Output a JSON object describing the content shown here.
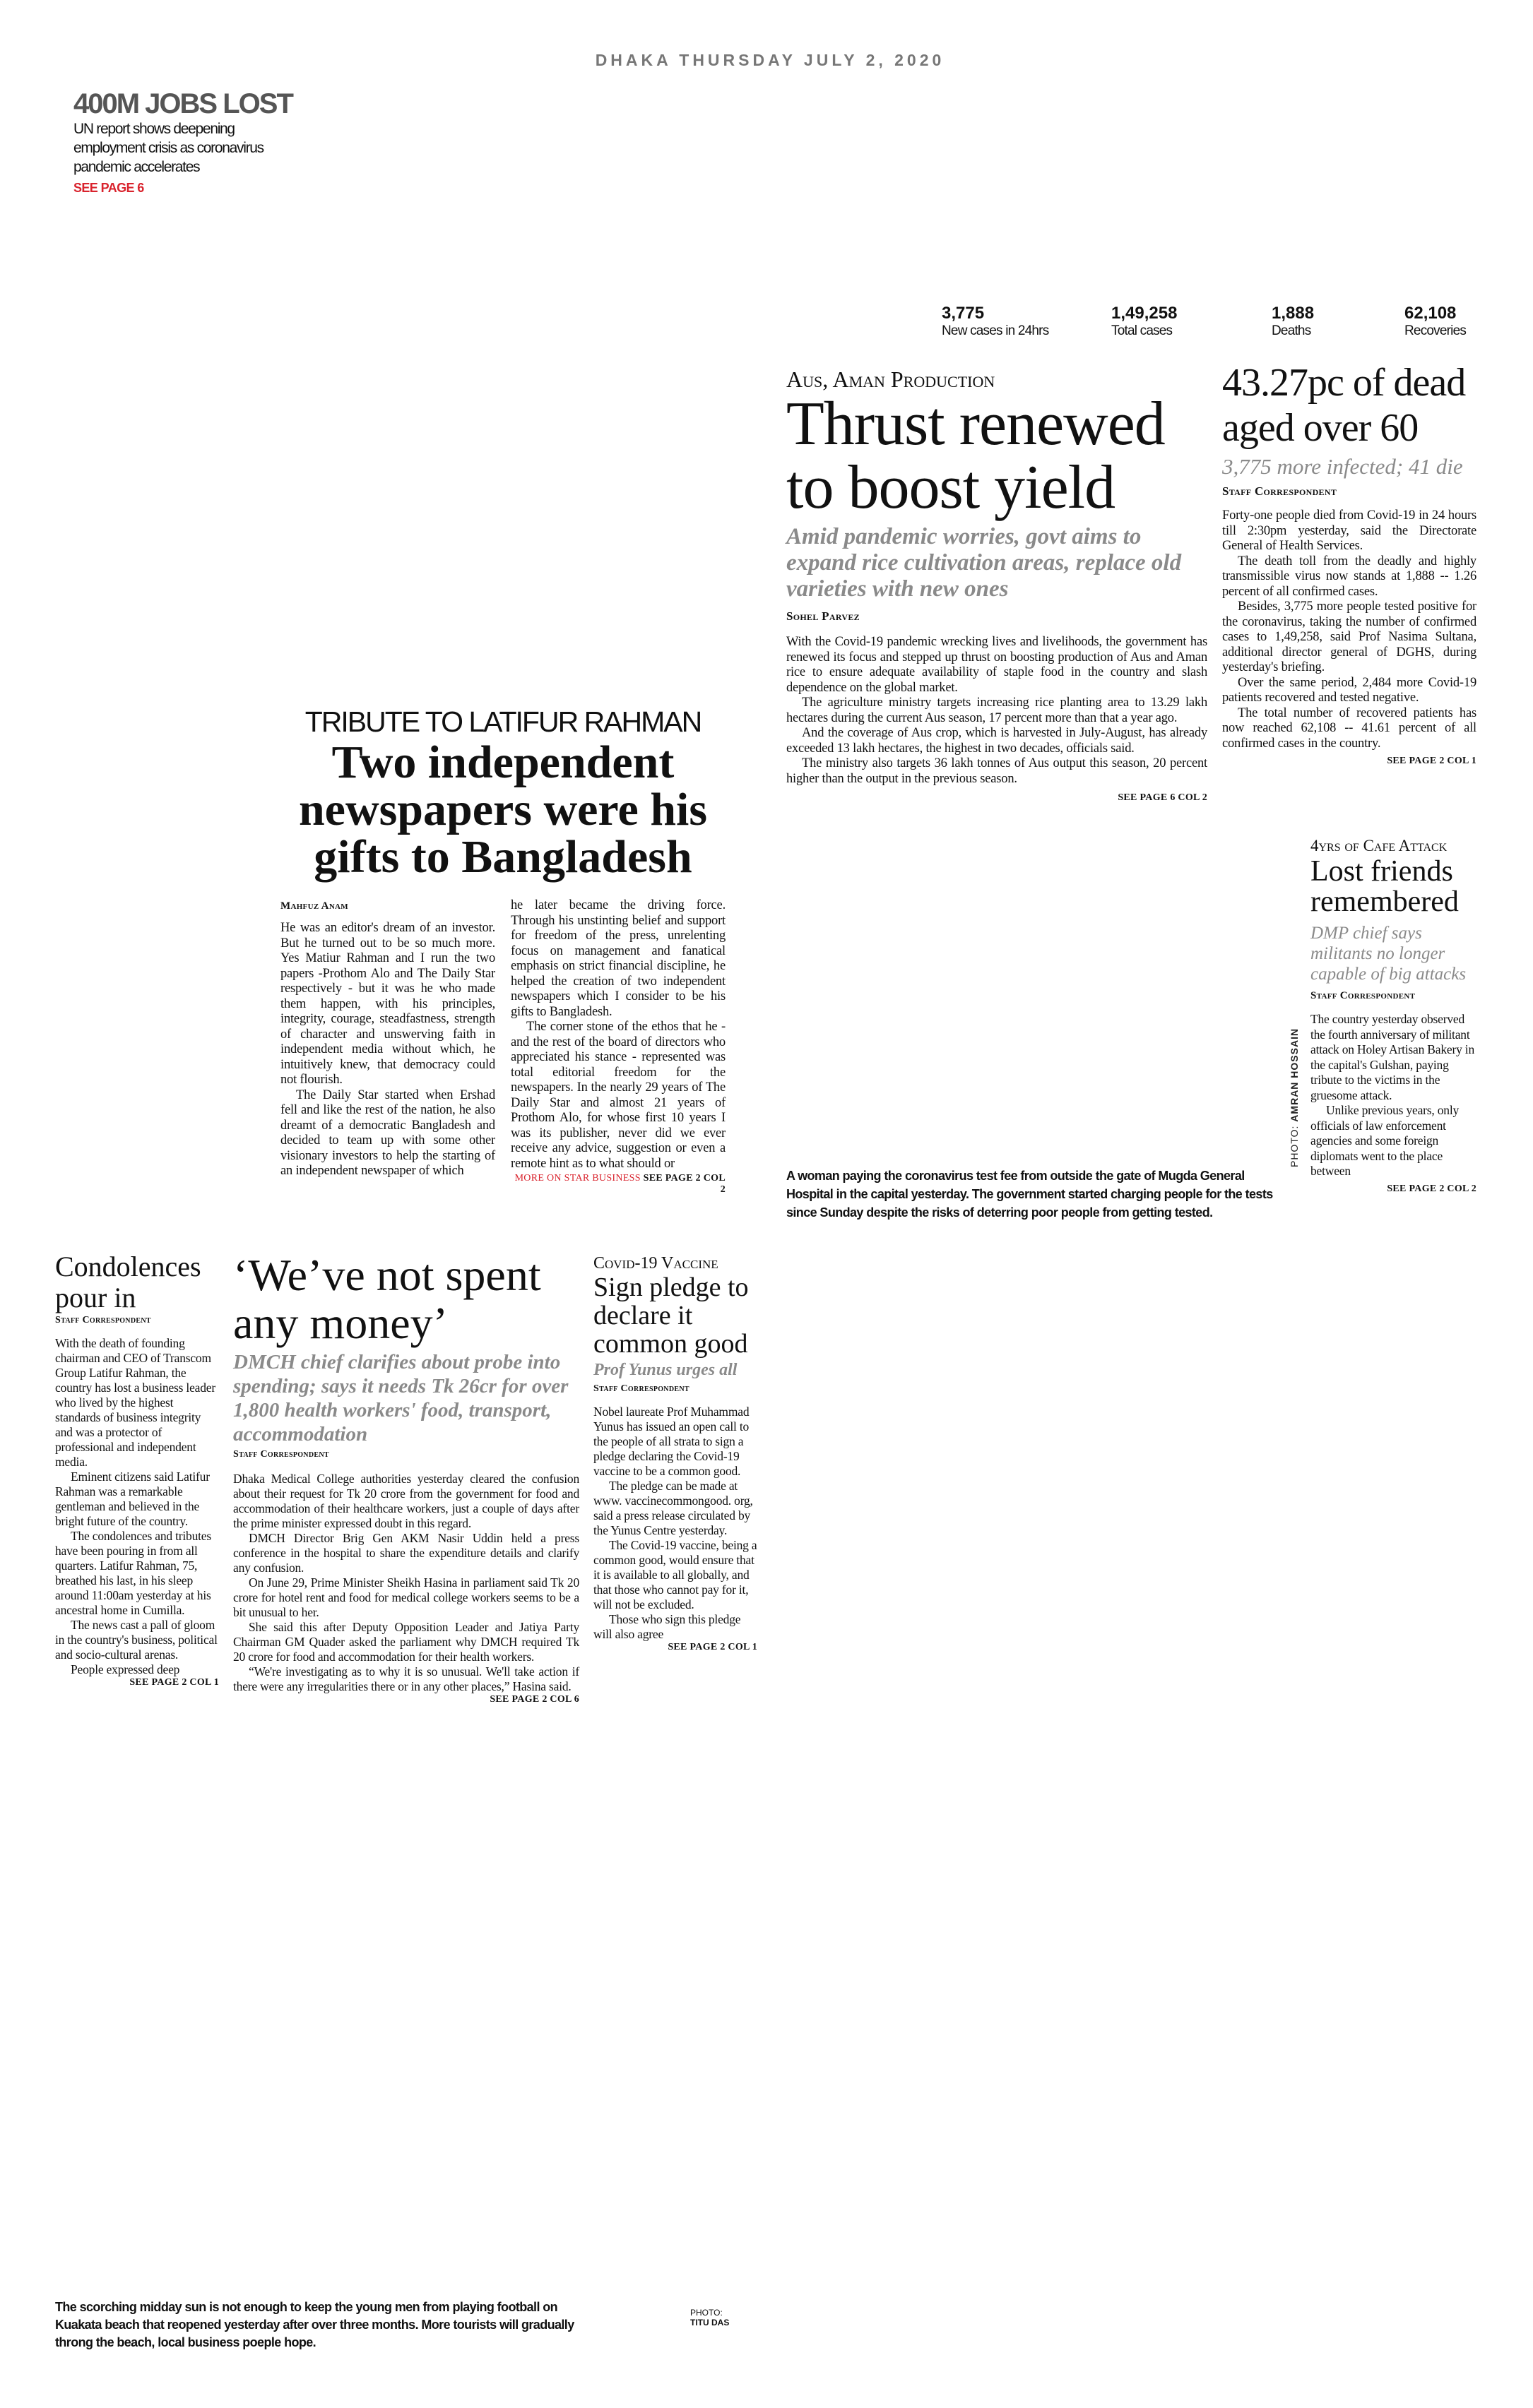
{
  "dateline": "DHAKA THURSDAY JULY 2, 2020",
  "teaser": {
    "title": "400M JOBS LOST",
    "text": "UN report shows deepening employment crisis as coronavirus pandemic accelerates",
    "link": "SEE PAGE 6",
    "link_color": "#d9232d"
  },
  "stats": [
    {
      "value": "3,775",
      "label": "New cases in 24hrs"
    },
    {
      "value": "1,49,258",
      "label": "Total cases"
    },
    {
      "value": "1,888",
      "label": "Deaths"
    },
    {
      "value": "62,108",
      "label": "Recoveries"
    }
  ],
  "aus": {
    "kicker": "Aus, Aman Production",
    "headline": "Thrust renewed to boost yield",
    "sub": "Amid pandemic worries, govt aims to expand rice cultivation areas, replace old varieties with new ones",
    "byline": "Sohel Parvez",
    "paras": [
      "With the Covid-19 pandemic wrecking lives and livelihoods, the government has renewed its focus and stepped up thrust on boosting production of Aus and Aman rice to ensure adequate availability of staple food in the country and slash dependence on the global market.",
      "The agriculture ministry targets increasing rice planting area to 13.29 lakh hectares during the current Aus season, 17 percent more than that a year ago.",
      "And the coverage of Aus crop, which is harvested in July-August, has already exceeded 13 lakh hectares, the highest in two decades, officials said.",
      "The ministry also targets 36 lakh tonnes of Aus output this season, 20 percent higher than the output in the previous season."
    ],
    "see": "SEE PAGE 6 COL 2"
  },
  "covid": {
    "headline": "43.27pc of dead aged over 60",
    "sub": "3,775 more infected; 41 die",
    "byline": "Staff Correspondent",
    "paras": [
      "Forty-one people died from Covid-19 in 24 hours till 2:30pm yesterday, said the Directorate General of Health Services.",
      "The death toll from the deadly and highly transmissible virus now stands at 1,888 -- 1.26 percent of all confirmed cases.",
      "Besides, 3,775 more people tested positive for the coronavirus, taking the number of confirmed cases to 1,49,258, said Prof Nasima Sultana, additional director general of DGHS, during yesterday's briefing.",
      "Over the same period, 2,484 more Covid-19 patients recovered and tested negative.",
      "The total number of recovered patients has now reached 62,108 -- 41.61 percent of all confirmed cases in the country."
    ],
    "see": "SEE PAGE 2 COL 1"
  },
  "tribute": {
    "kicker": "TRIBUTE TO LATIFUR RAHMAN",
    "headline": "Two independent newspapers were his gifts to Bangladesh",
    "byline": "Mahfuz Anam",
    "col1": [
      "He was an editor's dream of an investor. But he turned out to be so much more. Yes Matiur Rahman and I run the two papers -Prothom Alo and The Daily Star respectively - but it was he who made them happen, with his principles, integrity, courage, steadfastness, strength of character and unswerving faith in independent media without which, he intuitively knew, that democracy could not flourish.",
      "The Daily Star started when Ershad fell and like the rest of the nation, he also dreamt of a democratic Bangladesh and decided to team up with some other visionary investors to help the starting of an independent newspaper of which"
    ],
    "col2": [
      "he later became the driving force. Through his unstinting belief and support for freedom of the press, unrelenting focus on management and fanatical emphasis on strict financial discipline, he helped the creation of two independent newspapers which I consider to be his gifts to Bangladesh.",
      "The corner stone of the ethos that he - and the rest of the board of directors who appreciated his stance - represented was total editorial freedom for the newspapers. In the nearly 29 years of The Daily Star and almost 21 years of Prothom Alo, for whose first 10 years I was its publisher, never did we ever receive any advice, suggestion or even a remote hint as to what should or"
    ],
    "more": "MORE ON STAR BUSINESS",
    "see": "SEE PAGE 2 COL 2"
  },
  "photo1": {
    "caption": "A woman paying the coronavirus test fee from outside the gate of Mugda General Hospital in the capital yesterday. The government started charging people for the tests since Sunday despite the risks of deterring poor people from getting tested.",
    "credit_label": "PHOTO:",
    "credit_name": "AMRAN HOSSAIN"
  },
  "cafe": {
    "kicker": "4yrs of Cafe Attack",
    "headline": "Lost friends remembered",
    "sub": "DMP chief says militants no longer capable of big attacks",
    "byline": "Staff Correspondent",
    "paras": [
      "The country yesterday observed the fourth anniversary of militant attack on Holey Artisan Bakery in the capital's Gulshan, paying tribute to the victims in the gruesome attack.",
      "Unlike previous years, only officials of law enforcement agencies and some foreign diplomats went to the place between"
    ],
    "see": "SEE PAGE 2 COL 2"
  },
  "condolences": {
    "headline": "Condolences pour in",
    "byline": "Staff Correspondent",
    "paras": [
      "With the death of founding chairman and CEO of Transcom Group Latifur Rahman, the country has lost a business leader who lived by the highest standards of business integrity and was a protector of professional and independent media.",
      "Eminent citizens said Latifur Rahman was a remarkable gentleman and believed in the bright future of the country.",
      "The condolences and tributes have been pouring in from all quarters. Latifur Rahman, 75, breathed his last, in his sleep around 11:00am yesterday at his ancestral home in Cumilla.",
      "The news cast a pall of gloom in the country's business, political and socio-cultural arenas.",
      "People expressed deep"
    ],
    "see": "SEE PAGE 2 COL 1"
  },
  "dmch": {
    "headline": "‘We’ve not spent any money’",
    "sub": "DMCH chief clarifies about probe into spending; says it needs Tk 26cr for over 1,800 health workers' food, transport, accommodation",
    "byline": "Staff Correspondent",
    "paras": [
      "Dhaka Medical College authorities yesterday cleared the confusion about their request for Tk 20 crore from the government for food and accommodation of their healthcare workers, just a couple of days after the prime minister expressed doubt in this regard.",
      "DMCH Director Brig Gen AKM Nasir Uddin held a press conference in the hospital to share the expenditure details and clarify any confusion.",
      "On June 29, Prime Minister Sheikh Hasina in parliament said Tk 20 crore for hotel rent and food for medical college workers seems to be a bit unusual to her.",
      "She said this after Deputy Opposition Leader and Jatiya Party Chairman GM Quader asked the parliament why DMCH required Tk 20 crore for food and accommodation for their health workers.",
      "“We're investigating as to why it is so unusual. We'll take action if there were any irregularities there or in any other places,” Hasina said."
    ],
    "see": "SEE PAGE 2 COL 6"
  },
  "vaccine": {
    "kicker": "Covid-19 Vaccine",
    "headline": "Sign pledge to declare it common good",
    "sub": "Prof Yunus urges all",
    "byline": "Staff Correspondent",
    "paras": [
      "Nobel laureate Prof Muhammad Yunus has issued an open call to the people of all strata to sign a pledge declaring the Covid-19 vaccine to be a common good.",
      "The pledge can be made at www. vaccinecommongood. org, said a press release circulated by the Yunus Centre yesterday.",
      "The Covid-19 vaccine, being a common good, would ensure that it is available to all globally, and that those who cannot pay for it, will not be excluded.",
      "Those who sign this pledge will also agree"
    ],
    "see": "SEE PAGE 2 COL 1"
  },
  "photo2": {
    "caption": "The scorching midday sun is not enough to keep the young men from playing football on Kuakata beach that reopened yesterday after over three months. More tourists will gradually throng the beach, local business poeple hope.",
    "credit_label": "PHOTO:",
    "credit_name": "TITU DAS"
  }
}
